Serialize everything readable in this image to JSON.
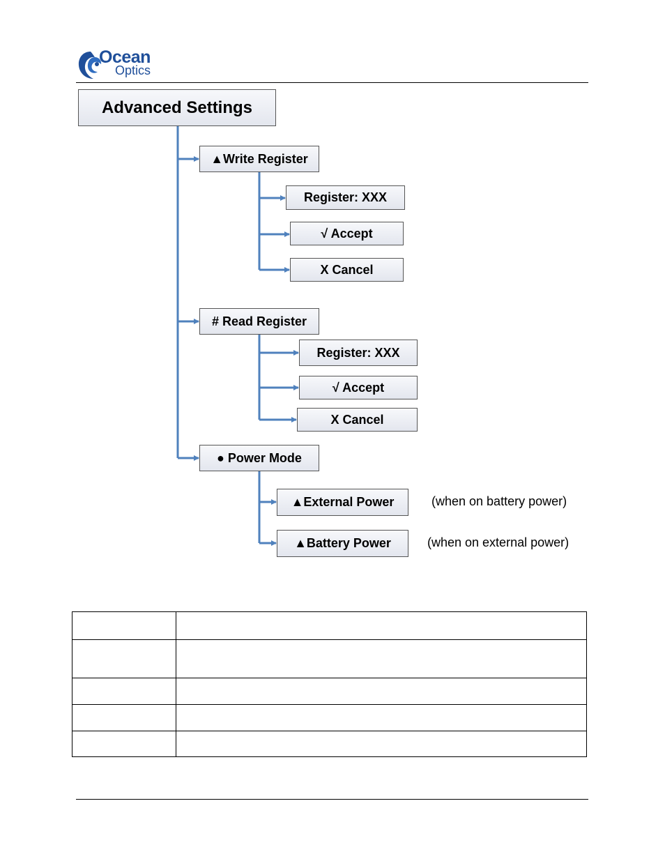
{
  "logo": {
    "line1": "Ocean",
    "line2": "Optics"
  },
  "diagram": {
    "root": "Advanced Settings",
    "write_register": {
      "label": "▲Write Register",
      "register": "Register: XXX",
      "accept": "√ Accept",
      "cancel": "X Cancel"
    },
    "read_register": {
      "label": "# Read Register",
      "register": "Register: XXX",
      "accept": "√ Accept",
      "cancel": "X Cancel"
    },
    "power_mode": {
      "label": "● Power Mode",
      "external": "▲External Power",
      "external_note": "(when on battery power)",
      "battery": "▲Battery Power",
      "battery_note": "(when on external power)"
    }
  },
  "colors": {
    "connector": "#4f81bd",
    "logo": "#1f4f9a"
  }
}
